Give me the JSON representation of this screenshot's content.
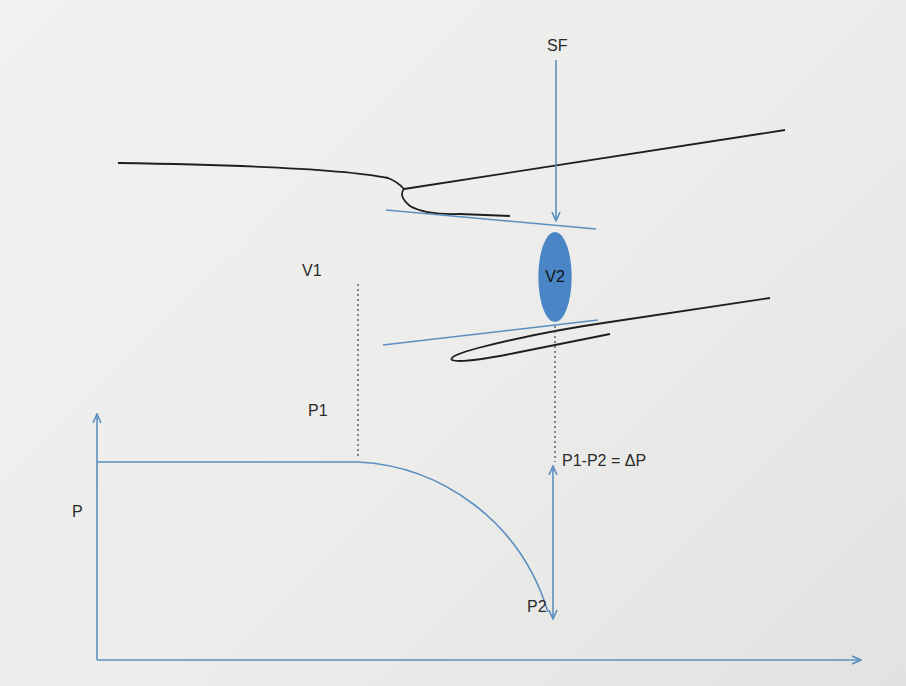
{
  "diagram": {
    "nodes": [
      {
        "text": [
          "V2"
        ]
      }
    ],
    "labels": [
      "SF",
      "V1",
      "P1",
      "P1-P2 = ΔP",
      "P2",
      "P"
    ]
  }
}
